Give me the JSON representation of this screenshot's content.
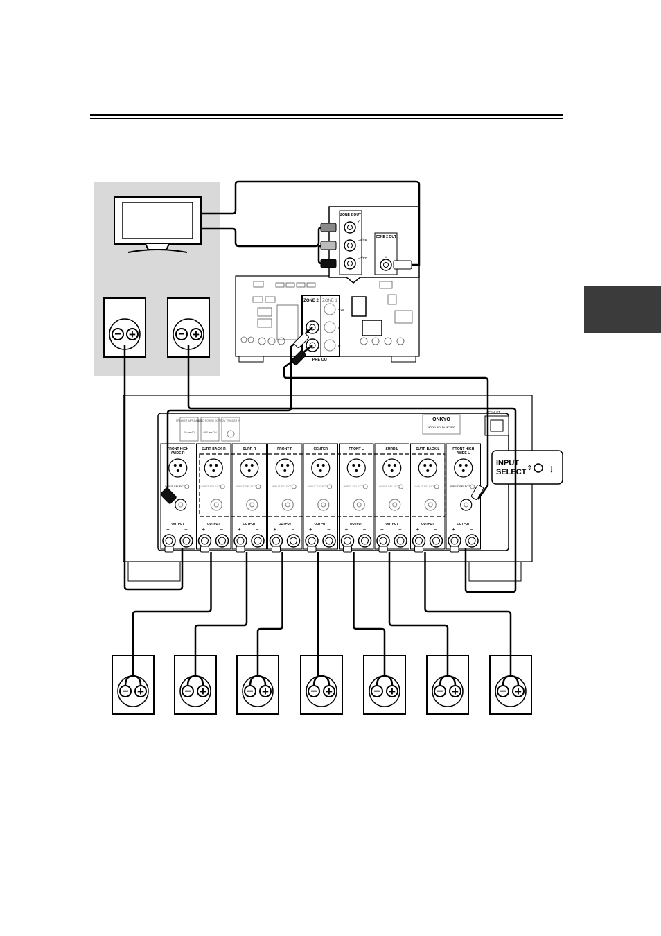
{
  "receiver": {
    "zone2_label": "ZONE 2",
    "zone1_label": "ZONE 1",
    "pre_out_label": "PRE OUT",
    "zone2_out_label": "ZONE 2 OUT",
    "zone2_out_video_label": "ZONE 2 OUT",
    "y_label": "Y",
    "cb_label": "CB/PB",
    "cr_label": "CR/PR",
    "v_label": "V",
    "l_label": "L",
    "r_label": "R",
    "sw_label": "SW"
  },
  "amplifier": {
    "brand": "ONKYO",
    "model_label": "MODEL NO. PA-MC5500",
    "ac_inlet_label": "AC INLET",
    "speaker_impedance_label": "SPEAKER IMPEDANCE",
    "auto_power_down_label": "AUTO POWER DOWN",
    "trigger_label": "12V TRIGGER IN",
    "impedance_values": "4Ω ⟷ 6Ω",
    "power_values": "OFF ⟷ ON",
    "input_select_label": "INPUT SELECT",
    "output_label": "OUTPUT",
    "plus": "+",
    "minus": "−",
    "channels": [
      {
        "name": "FRONT HIGH /WIDE R"
      },
      {
        "name": "SURR BACK R"
      },
      {
        "name": "SURR R"
      },
      {
        "name": "FRONT R"
      },
      {
        "name": "CENTER"
      },
      {
        "name": "FRONT L"
      },
      {
        "name": "SURR L"
      },
      {
        "name": "SURR BACK L"
      },
      {
        "name": "FRONT HIGH /WIDE L"
      }
    ]
  },
  "callout": {
    "line1": "INPUT",
    "line2": "SELECT"
  },
  "colors": {
    "zone_bg": "#d9d9d9",
    "tab": "#3b3b3b",
    "line": "#000000"
  }
}
